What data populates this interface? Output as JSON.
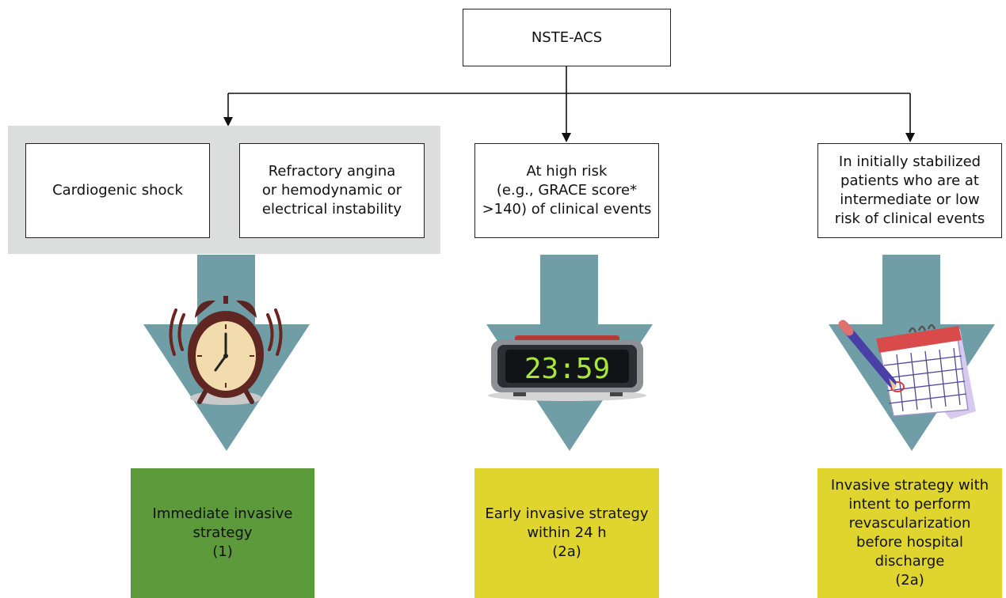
{
  "top_node": "NSTE-ACS",
  "criteria": {
    "shock": "Cardiogenic shock",
    "refractory": "Refractory angina\nor hemodynamic or\nelectrical instability",
    "high_risk": "At high risk\n(e.g., GRACE score*\n>140) of clinical events",
    "intermediate_low": "In initially stabilized\npatients who are at\nintermediate or low\nrisk of clinical events"
  },
  "clock_display": "23:59",
  "outcomes": {
    "immediate": "Immediate invasive\nstrategy\n(1)",
    "early": "Early invasive strategy\nwithin 24 h\n(2a)",
    "before_discharge": "Invasive strategy with\nintent to perform\nrevascularization\nbefore hospital\ndischarge\n(2a)"
  },
  "colors": {
    "arrow": "#6f9ea6",
    "immediate": "#5c9a3c",
    "early": "#dfd52e",
    "before_discharge": "#dfd52e",
    "gray_panel": "#dcdddd"
  },
  "icons": [
    "alarm-clock-icon",
    "digital-clock-icon",
    "calendar-pencil-icon"
  ]
}
